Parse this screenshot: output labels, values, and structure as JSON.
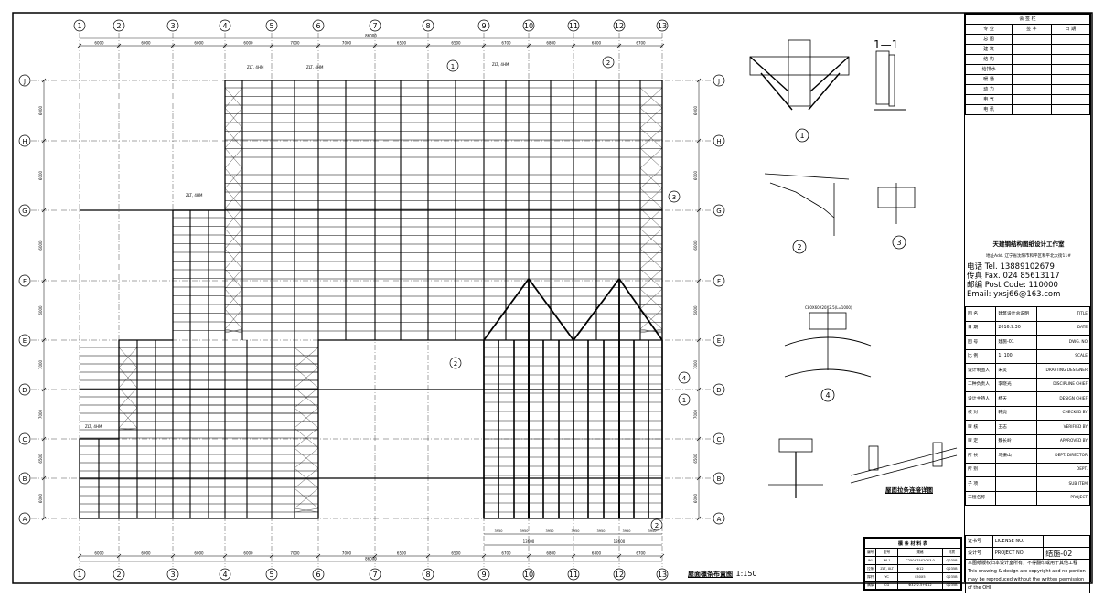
{
  "grid": {
    "columns": [
      "1",
      "2",
      "3",
      "4",
      "5",
      "6",
      "7",
      "8",
      "9",
      "10",
      "11",
      "12",
      "13"
    ],
    "rows": [
      "J",
      "H",
      "G",
      "F",
      "E",
      "D",
      "C",
      "B",
      "A"
    ],
    "top_dims": [
      "6000",
      "6000",
      "6000",
      "6000",
      "7000",
      "7000",
      "6500",
      "6500",
      "6700",
      "6800",
      "6800",
      "6700"
    ],
    "overall_top": "86000",
    "bottom_dims": [
      "6000",
      "6000",
      "6000",
      "6000",
      "7000",
      "7000",
      "6500",
      "6500",
      "6700",
      "6800",
      "6800",
      "6700"
    ],
    "overall_bottom": "86000",
    "left_dims": [
      "6000",
      "6000",
      "6000",
      "6000",
      "7000",
      "7000",
      "6500",
      "6000"
    ],
    "right_dims": [
      "6000",
      "6000",
      "6000",
      "6000",
      "7000",
      "7000",
      "6500",
      "6000"
    ],
    "rafter_tags": [
      "ZLT, 4HM",
      "ZLT, 4HM",
      "ZLT, 4HM",
      "ZLT, 4HM",
      "ZLT, 4HM"
    ],
    "bottom_sub_dims": [
      "3950",
      "3950",
      "3950",
      "3950",
      "3950",
      "3950",
      "3950"
    ],
    "bottom_sub_total_left": "13600",
    "bottom_sub_total_right": "13600"
  },
  "callouts": [
    "1",
    "2",
    "3",
    "4",
    "2",
    "1",
    "2"
  ],
  "plan_title": "屋面檩条布置图",
  "plan_scale": "1:150",
  "details": {
    "d1_label": "1",
    "d11_label": "1—1",
    "d2_label": "2",
    "d3_label": "3",
    "d4_label": "4",
    "tie_title": "屋面拉条连接详图",
    "d4_note": "C80X60X20X2.5(L=1000)"
  },
  "materials": {
    "title": "檩 条 材 料 表",
    "headers": [
      "编号",
      "型号",
      "规格",
      "材质"
    ],
    "rows": [
      [
        "WL",
        "WL1",
        "C250X75X20X3.0",
        "Q235B"
      ],
      [
        "拉条",
        "ZLT, XLT",
        "Φ12",
        "Q235B"
      ],
      [
        "撑杆",
        "YC",
        "L50X5",
        "Q235B"
      ],
      [
        "隅撑",
        "CG",
        "Φ32*2.5+Φ12",
        "Q235B"
      ]
    ]
  },
  "title_block": {
    "sign_title": "会 签 栏",
    "sign_headers": [
      "专 业",
      "签 字",
      "日 期"
    ],
    "sign_rows": [
      "总 图",
      "建 筑",
      "结 构",
      "给排水",
      "暖 通",
      "动 力",
      "电 气",
      "电 讯"
    ],
    "company": "天建钢结构图纸设计工作室",
    "address": "地址Add. 辽宁省沈阳市和平区和平北大街11#",
    "tel": "电话 Tel.  13889102679",
    "fax": "传真 Fax. 024 85613117",
    "post": "邮编 Post Code: 110000",
    "email": "Email:  yxsj66@163.com",
    "info_rows": [
      [
        "图 名",
        "建筑设计总说明",
        "TITLE"
      ],
      [
        "日 期",
        "2016.9.30",
        "DATE"
      ],
      [
        "图 号",
        "建施-01",
        "DWG. NO"
      ],
      [
        "比 例",
        "1: 100",
        "SCALE"
      ],
      [
        "设计制图人",
        "朱炎",
        "DRAFTING DESIGNER"
      ],
      [
        "工种负责人",
        "李晓光",
        "DISCIPLINE CHIEF"
      ],
      [
        "设计主持人",
        "杨天",
        "DESIGN CHIEF"
      ],
      [
        "校 对",
        "韩亮",
        "CHECKED BY"
      ],
      [
        "审 核",
        "王志",
        "VERIFIED BY"
      ],
      [
        "审 定",
        "魏长岭",
        "APPROVED BY"
      ],
      [
        "所 长",
        "马振山",
        "DEPT. DIRECTOR"
      ],
      [
        "所 别",
        "",
        "DEPT."
      ],
      [
        "子 项",
        "",
        "SUB ITEM"
      ],
      [
        "工程名称",
        "",
        "PROJECT"
      ]
    ],
    "license_label": "证书号",
    "license_en": "LICENSE NO.",
    "project_label": "设计号",
    "project_en": "PROJECT NO.",
    "sheet_no": "结施-02",
    "note_cn": "本图纸版权归本设计室所有，不得翻印或用于其他工程",
    "note_en": "This drawing & design are copyright and no portion may be reproduced without the written permission of the OHI"
  }
}
